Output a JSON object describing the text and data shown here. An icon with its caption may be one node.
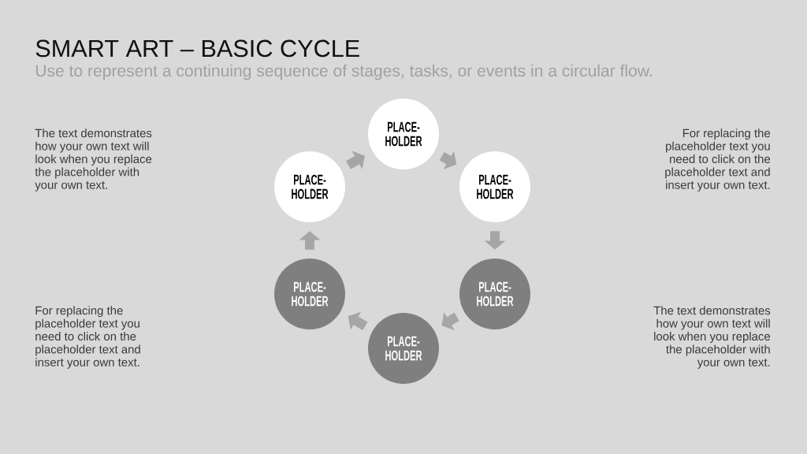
{
  "diagram": {
    "title": "SMART ART – BASIC CYCLE",
    "nodes": [
      {
        "text": [
          "PLACE- HOLDER"
        ]
      },
      {
        "text": [
          "PLACE- HOLDER"
        ]
      },
      {
        "text": [
          "PLACE- HOLDER"
        ]
      },
      {
        "text": [
          "PLACE- HOLDER"
        ]
      },
      {
        "text": [
          "PLACE- HOLDER"
        ]
      },
      {
        "text": [
          "PLACE- HOLDER"
        ]
      }
    ],
    "edges": [
      {
        "from": 0,
        "to": 1,
        "arrow": "to"
      },
      {
        "from": 1,
        "to": 2,
        "arrow": "to"
      },
      {
        "from": 2,
        "to": 3,
        "arrow": "to"
      },
      {
        "from": 3,
        "to": 4,
        "arrow": "to"
      },
      {
        "from": 4,
        "to": 5,
        "arrow": "to"
      },
      {
        "from": 5,
        "to": 0,
        "arrow": "to"
      }
    ],
    "labels": [
      "Use to represent a continuing sequence of stages, tasks, or events in a circular flow.",
      "The text demonstrates how your own text will look when you replace the placeholder with your own text.",
      "For replacing the placeholder text you need to click on the placeholder text and insert your own text.",
      "For replacing the placeholder text you need to click on the placeholder text and insert your own text.",
      "The text demonstrates how your own text will look when you replace the placeholder with your own text."
    ]
  }
}
